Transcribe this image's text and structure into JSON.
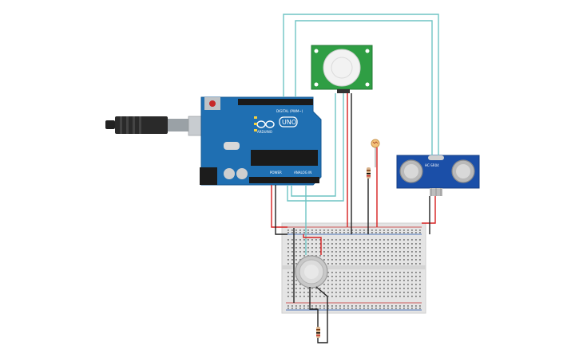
{
  "arduino": {
    "brand": "ARDUINO",
    "model": "UNO",
    "digital_label": "DIGITAL (PWM~)",
    "power_label": "POWER",
    "analog_label": "ANALOG IN",
    "board_color": "#1f6fb2"
  },
  "ultrasonic": {
    "label": "HC-SR04",
    "board_color": "#1b4fa8"
  },
  "pir": {
    "board_color": "#2f9e44"
  },
  "colors": {
    "wire_signal": "#6ec4c4",
    "wire_power": "#d62020",
    "wire_ground": "#222222",
    "breadboard": "#e4e4e4"
  }
}
